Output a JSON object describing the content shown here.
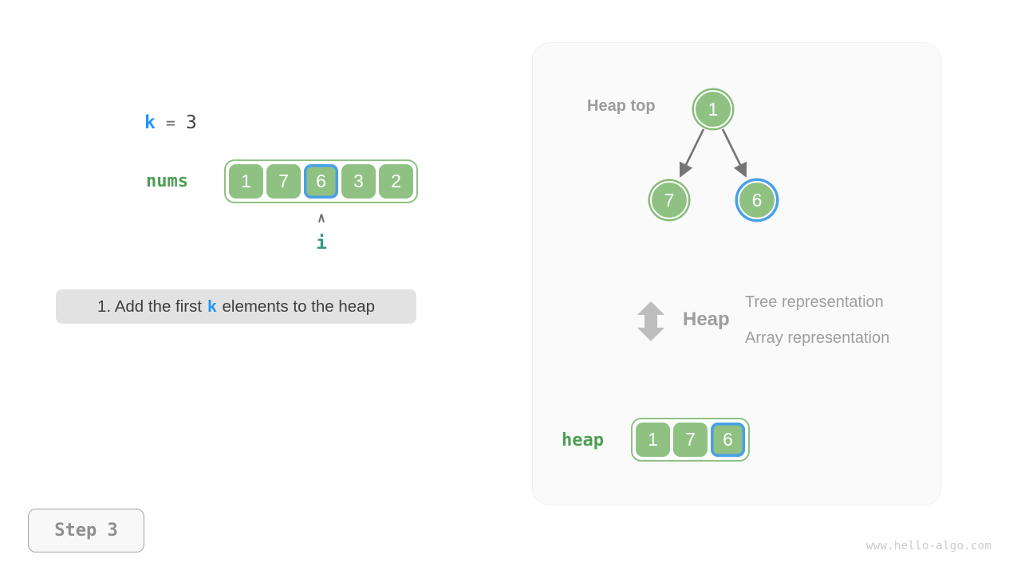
{
  "left": {
    "k_label": "k",
    "k_operator": "=",
    "k_value": "3",
    "nums_label": "nums",
    "nums_values": [
      "1",
      "7",
      "6",
      "3",
      "2"
    ],
    "highlight_index": 2,
    "pointer_caret": "∧",
    "pointer_label": "i",
    "caption": {
      "prefix": "1. Add the first",
      "variable": "k",
      "suffix": "elements to the heap"
    }
  },
  "panel": {
    "heap_top_label": "Heap top",
    "tree": {
      "root": "1",
      "left_child": "7",
      "right_child": "6",
      "highlighted_node": "6"
    },
    "legend": {
      "heap_label": "Heap",
      "line1": "Tree representation",
      "line2": "Array representation",
      "updown_arrow_icon": "double-vertical-arrow"
    },
    "heap_array_label": "heap",
    "heap_values": [
      "1",
      "7",
      "6"
    ],
    "highlight_index": 2
  },
  "footer": {
    "step_label": "Step 3",
    "watermark": "www.hello-algo.com"
  },
  "colors": {
    "cell_green": "#8FC183",
    "node_ring_green": "#86BC78",
    "highlight_blue": "#49A0E8",
    "variable_blue": "#2196F3",
    "pointer_teal": "#35988A",
    "label_green": "#4E9E54",
    "muted_gray": "#9E9E9E",
    "arrow_gray": "#757575",
    "panel_bg": "#FAFAFA",
    "caption_bg": "#E2E2E2"
  }
}
